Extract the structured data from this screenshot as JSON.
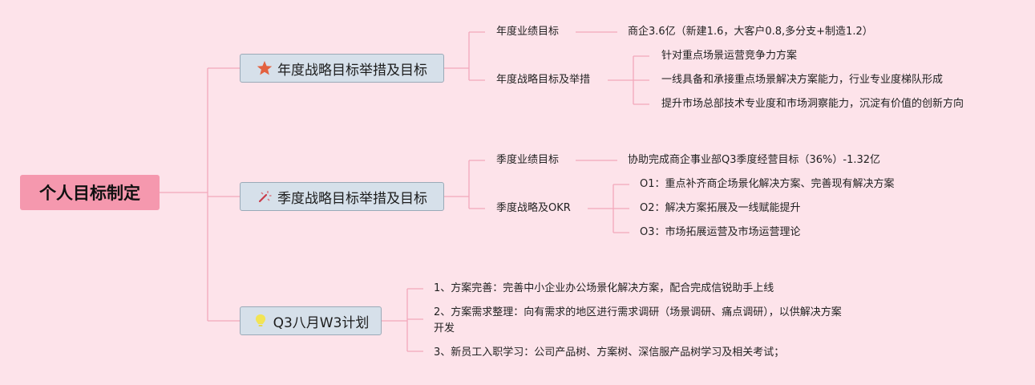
{
  "root": {
    "label": "个人目标制定"
  },
  "branches": [
    {
      "label": "年度战略目标举措及目标",
      "icon": "star-icon",
      "color": "#e3613f",
      "children": [
        {
          "label": "年度业绩目标",
          "children": [
            "商企3.6亿（新建1.6，大客户0.8,多分支+制造1.2）"
          ]
        },
        {
          "label": "年度战略目标及举措",
          "children": [
            "针对重点场景运营竞争力方案",
            "一线具备和承接重点场景解决方案能力，行业专业度梯队形成",
            "提升市场总部技术专业度和市场洞察能力，沉淀有价值的创新方向"
          ]
        }
      ]
    },
    {
      "label": "季度战略目标举措及目标",
      "icon": "magic-wand-icon",
      "color": "#c83c4a",
      "children": [
        {
          "label": "季度业绩目标",
          "children": [
            "协助完成商企事业部Q3季度经营目标（36%）-1.32亿"
          ]
        },
        {
          "label": "季度战略及OKR",
          "children": [
            "O1：重点补齐商企场景化解决方案、完善现有解决方案",
            "O2：解决方案拓展及一线赋能提升",
            "O3：市场拓展运营及市场运营理论"
          ]
        }
      ]
    },
    {
      "label": "Q3八月W3计划",
      "icon": "lightbulb-icon",
      "color": "#f2e455",
      "children": [
        "1、方案完善：完善中小企业办公场景化解决方案，配合完成信锐助手上线",
        "2、方案需求整理：向有需求的地区进行需求调研（场景调研、痛点调研），以供解决方案开发",
        "3、新员工入职学习：公司产品树、方案树、深信服产品树学习及相关考试；"
      ]
    }
  ],
  "colors": {
    "line": "#f2a7bb",
    "background": "#fde3ea",
    "root_fill": "#f598ae",
    "branch_fill": "#d6e0ea"
  }
}
